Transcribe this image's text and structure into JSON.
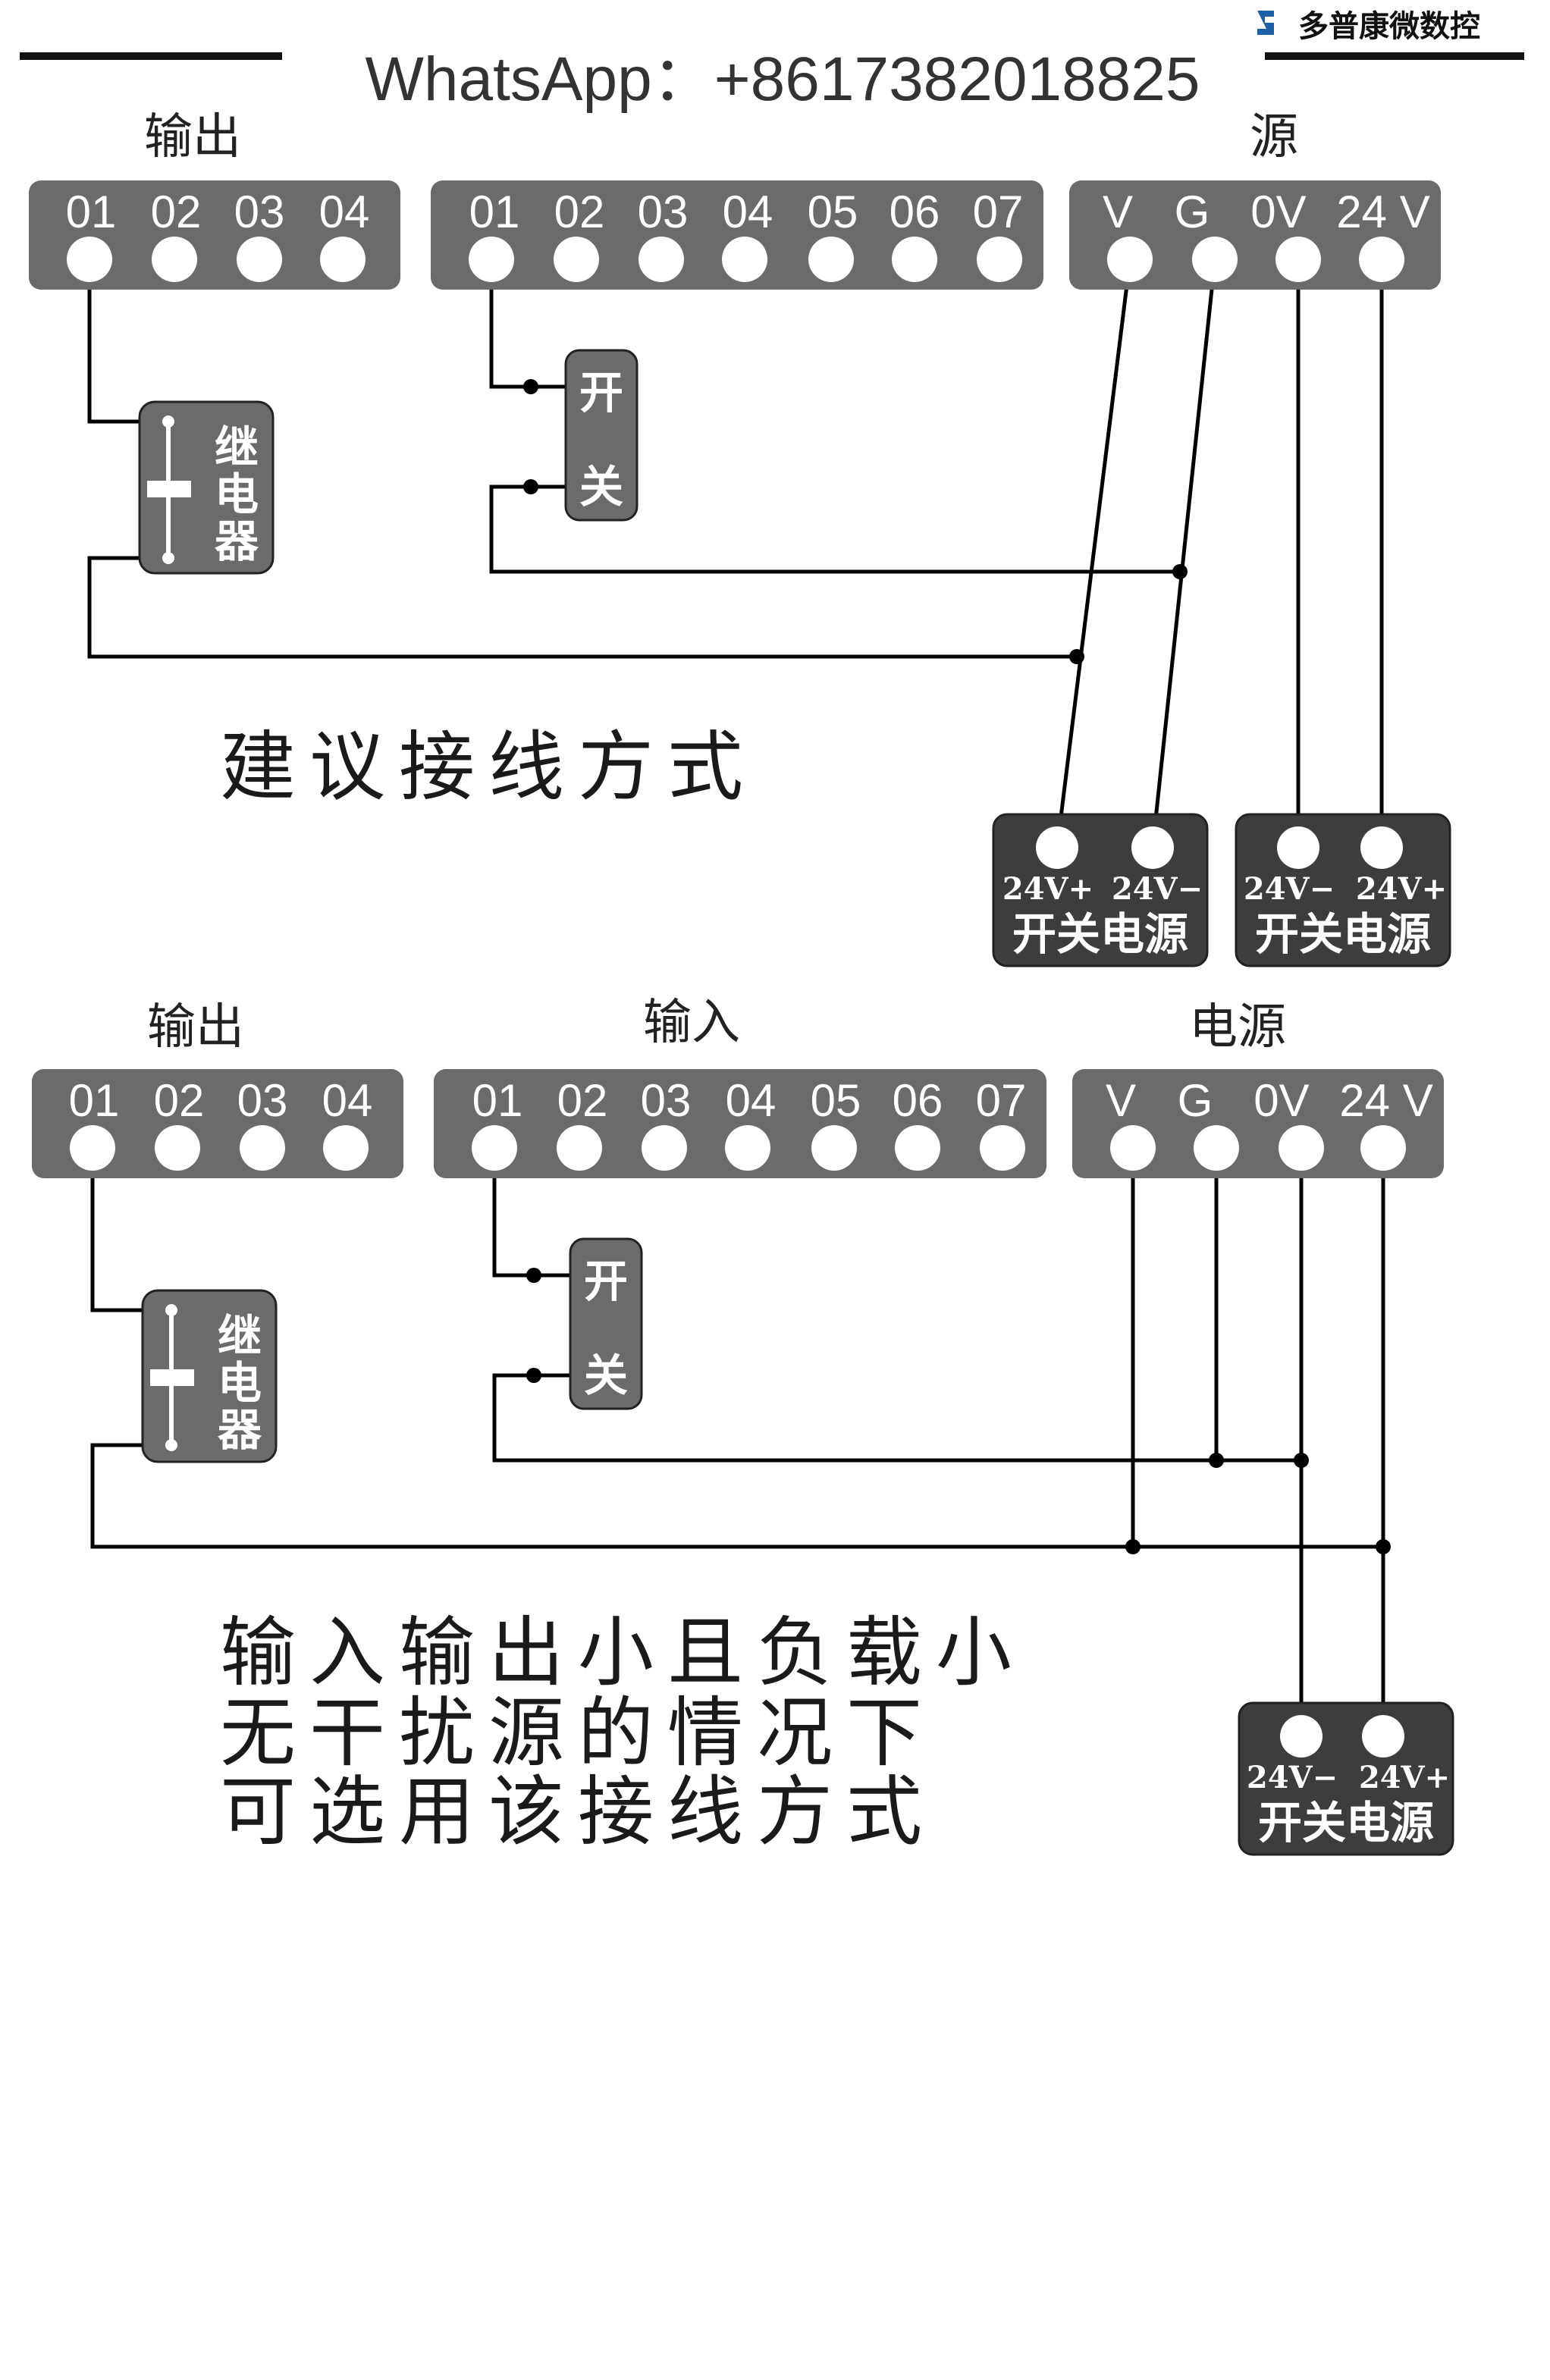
{
  "brand": {
    "name": "多普康微数控"
  },
  "watermark": {
    "text": "WhatsApp：+8617382018825"
  },
  "section1": {
    "output_label": "输出",
    "input_label": "",
    "power_label_partial": "源",
    "output_terminals": [
      "01",
      "02",
      "03",
      "04"
    ],
    "input_terminals": [
      "01",
      "02",
      "03",
      "04",
      "05",
      "06",
      "07"
    ],
    "power_terminals": [
      "V",
      "G",
      "0V",
      "24 V"
    ],
    "relay_label": [
      "继",
      "电",
      "器"
    ],
    "switch_label": [
      "开",
      "关"
    ],
    "psu_a": {
      "terminals": [
        "24V+",
        "24V−"
      ],
      "name": "开关电源"
    },
    "psu_b": {
      "terminals": [
        "24V−",
        "24V+"
      ],
      "name": "开关电源"
    },
    "note": [
      "建议接线方式"
    ]
  },
  "section2": {
    "output_label": "输出",
    "input_label": "输入",
    "power_label": "电源",
    "output_terminals": [
      "01",
      "02",
      "03",
      "04"
    ],
    "input_terminals": [
      "01",
      "02",
      "03",
      "04",
      "05",
      "06",
      "07"
    ],
    "power_terminals": [
      "V",
      "G",
      "0V",
      "24 V"
    ],
    "relay_label": [
      "继",
      "电",
      "器"
    ],
    "switch_label": [
      "开",
      "关"
    ],
    "psu": {
      "terminals": [
        "24V−",
        "24V+"
      ],
      "name": "开关电源"
    },
    "note": [
      "输入输出小且负载小",
      "无干扰源的情况下",
      "可选用该接线方式"
    ]
  }
}
